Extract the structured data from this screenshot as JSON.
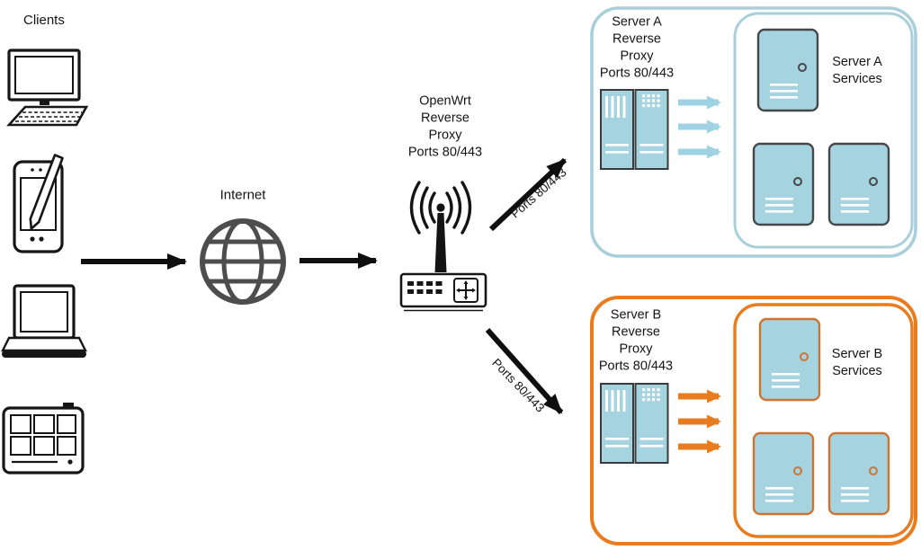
{
  "diagram": {
    "clients": {
      "label": "Clients"
    },
    "internet": {
      "label": "Internet"
    },
    "openwrt": {
      "label": "OpenWrt\nReverse\nProxy\nPorts 80/443"
    },
    "links": {
      "to_server_a": "Ports 80/443",
      "to_server_b": "Ports 80/443"
    },
    "server_a": {
      "proxy_label": "Server A\nReverse\nProxy\nPorts 80/443",
      "services_label": "Server A\nServices",
      "accent_color": "#a9cfdb",
      "arrow_color": "#9fd3e3",
      "icon_stroke": "#474747"
    },
    "server_b": {
      "proxy_label": "Server B\nReverse\nProxy\nPorts 80/443",
      "services_label": "Server B\nServices",
      "accent_color": "#e87c1e",
      "arrow_color": "#ea7c20",
      "icon_stroke": "#cf7430"
    },
    "colors": {
      "server_fill": "#a6d3e0",
      "line_color": "#141414",
      "globe_color": "#4d4d4d"
    },
    "icons": {
      "client_devices": [
        "desktop-computer-icon",
        "tablet-stylus-icon",
        "laptop-icon",
        "grid-panel-icon"
      ],
      "internet": "globe-icon",
      "openwrt": "wireless-router-icon",
      "reverse_proxy": "server-rack-icon",
      "service": "server-tower-icon"
    }
  }
}
